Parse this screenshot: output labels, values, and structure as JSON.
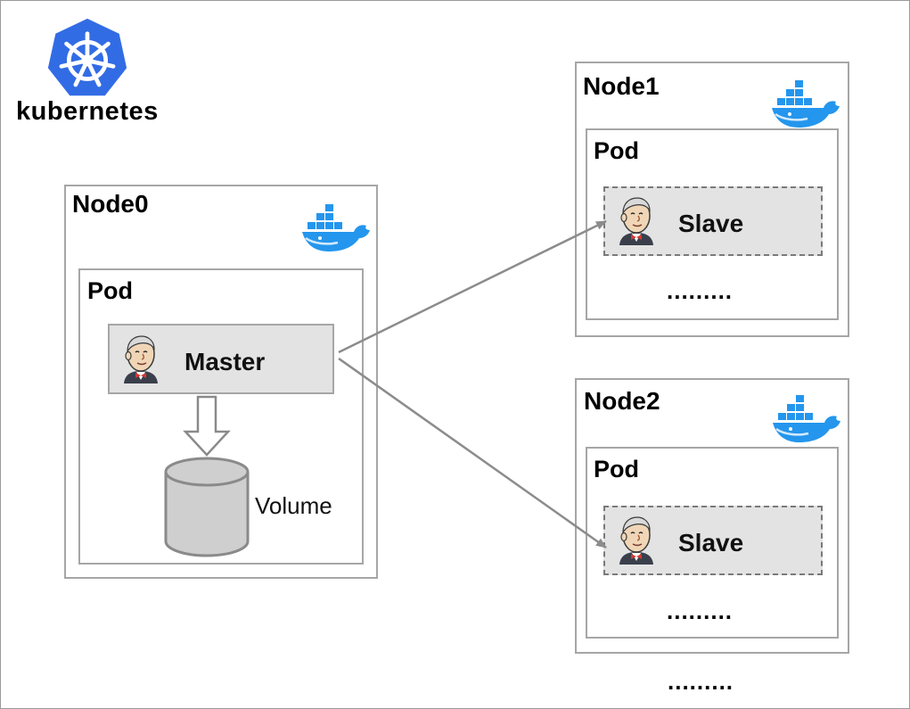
{
  "logo": {
    "text": "kubernetes",
    "icon": "kubernetes-helm-wheel-icon",
    "color": "#326ce5"
  },
  "node0": {
    "title": "Node0",
    "icon": "docker-whale-icon",
    "pod": {
      "title": "Pod",
      "service": {
        "label": "Master",
        "icon": "jenkins-butler-icon"
      },
      "volume_label": "Volume"
    }
  },
  "node1": {
    "title": "Node1",
    "icon": "docker-whale-icon",
    "pod": {
      "title": "Pod",
      "service": {
        "label": "Slave",
        "icon": "jenkins-butler-icon"
      },
      "ellipsis": "........."
    }
  },
  "node2": {
    "title": "Node2",
    "icon": "docker-whale-icon",
    "pod": {
      "title": "Pod",
      "service": {
        "label": "Slave",
        "icon": "jenkins-butler-icon"
      },
      "ellipsis": "........."
    }
  },
  "more_nodes": ".........",
  "colors": {
    "docker": "#2496ed",
    "border": "#a6a6a6",
    "service_fill": "#e3e3e3",
    "arrow": "#8c8c8c"
  }
}
